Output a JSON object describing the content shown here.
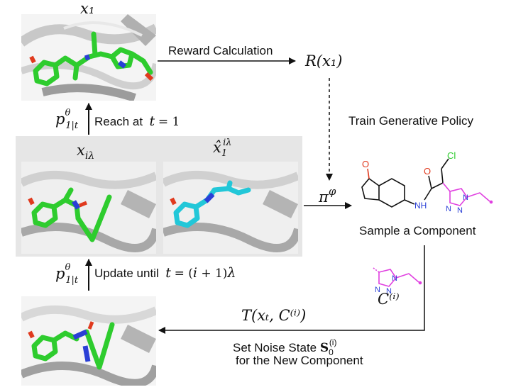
{
  "top_panel": {
    "label": "x₁"
  },
  "middle_panel": {
    "left_label": "x_{iλ}",
    "right_label": "x̂₁^{iλ}"
  },
  "arrows": {
    "reward_calculation": "Reward Calculation",
    "reward_value": "R(x₁)",
    "train_policy": "Train Generative Policy",
    "policy": "π^φ",
    "reach_prob": "p^θ_{1|t}",
    "reach_text": "Reach at  t = 1",
    "update_prob": "p^θ_{1|t}",
    "update_text": "Update until  t = (i + 1)λ",
    "transition": "T(xₜ, C⁽ⁱ⁾)",
    "noise_line1": "Set Noise State S₀⁽ⁱ⁾",
    "noise_line2": "for the New Component"
  },
  "molecule": {
    "label": "Sample a Component",
    "atom_O": "O",
    "atom_NH": "NH",
    "atom_Cl": "Cl",
    "atom_N1": "N",
    "atom_N2": "N",
    "atom_N3": "N"
  },
  "component": {
    "label": "C⁽ⁱ⁾",
    "atom_N1": "N",
    "atom_N2": "N",
    "atom_N3": "N"
  },
  "colors": {
    "ligand": "#2ecc2e",
    "predicted": "#22c7d8",
    "nitrogen": "#2a3fd6",
    "oxygen": "#e03a1e",
    "component": "#e040e0",
    "protein": "#b8b8b8",
    "panel_bg": "#e6e6e6"
  }
}
